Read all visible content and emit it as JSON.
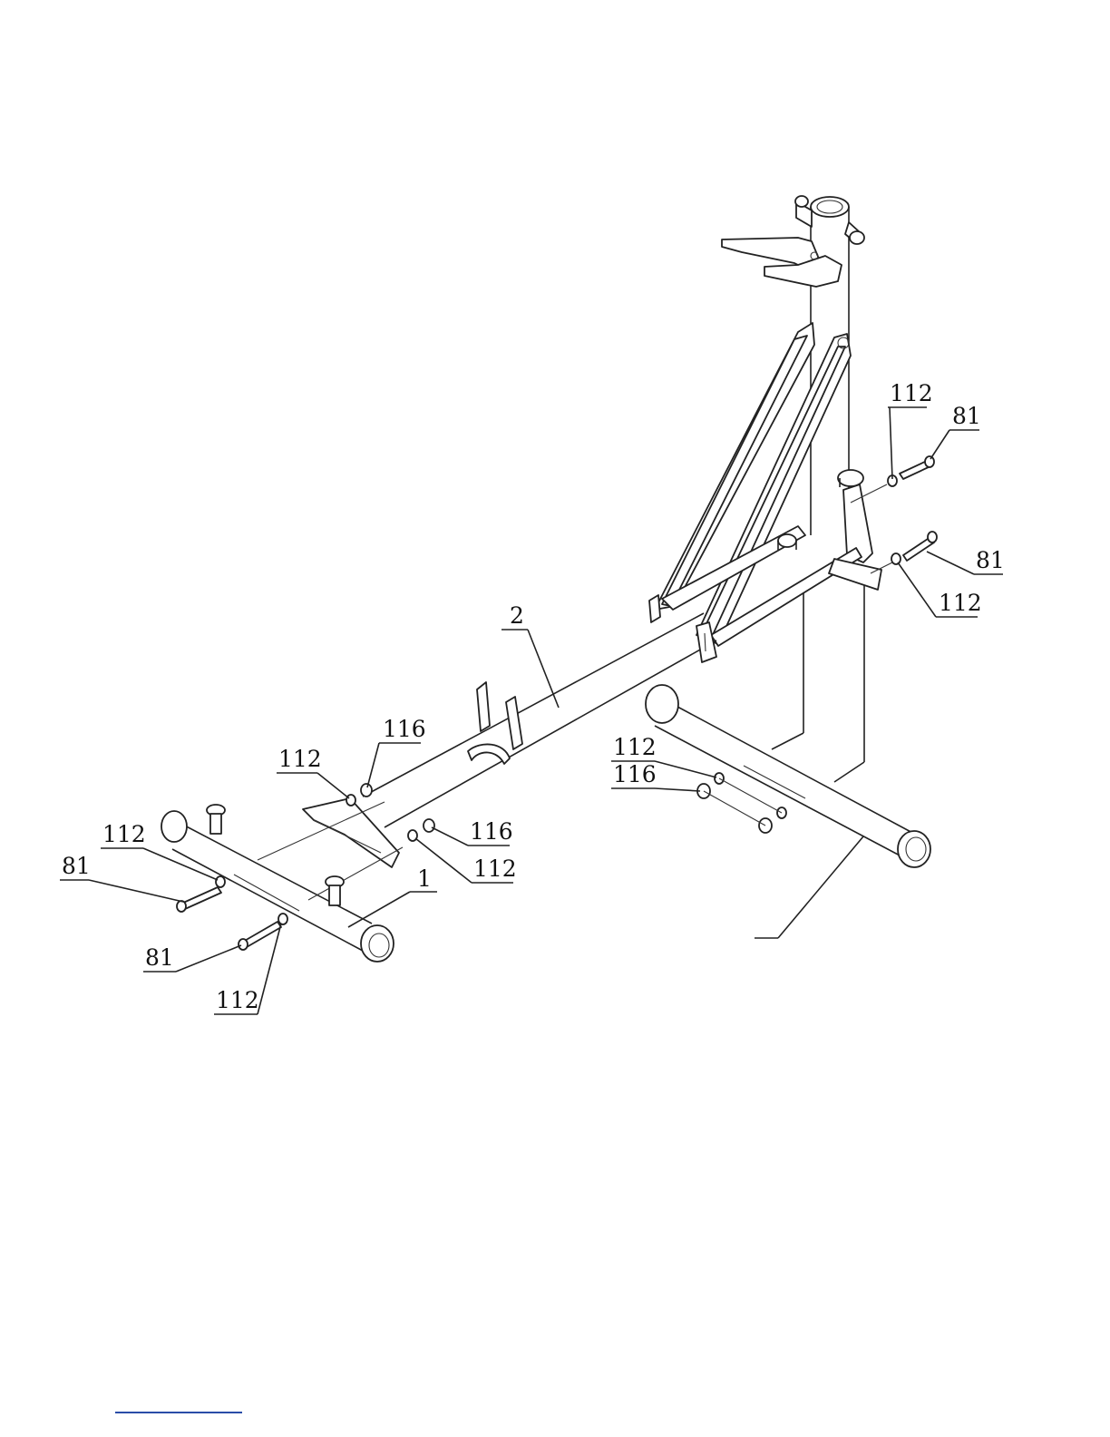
{
  "diagram": {
    "callouts": [
      {
        "id": "c1",
        "label": "112"
      },
      {
        "id": "c2",
        "label": "81"
      },
      {
        "id": "c3",
        "label": "81"
      },
      {
        "id": "c4",
        "label": "112"
      },
      {
        "id": "c5",
        "label": "2"
      },
      {
        "id": "c6",
        "label": "116"
      },
      {
        "id": "c7",
        "label": "112"
      },
      {
        "id": "c8",
        "label": "112"
      },
      {
        "id": "c9",
        "label": "116"
      },
      {
        "id": "c10",
        "label": "112"
      },
      {
        "id": "c11",
        "label": "116"
      },
      {
        "id": "c12",
        "label": "112"
      },
      {
        "id": "c13",
        "label": "81"
      },
      {
        "id": "c14",
        "label": "1"
      },
      {
        "id": "c15",
        "label": "81"
      },
      {
        "id": "c16",
        "label": "112"
      }
    ]
  },
  "colors": {
    "line": "#222222",
    "link": "#2a4da8"
  }
}
